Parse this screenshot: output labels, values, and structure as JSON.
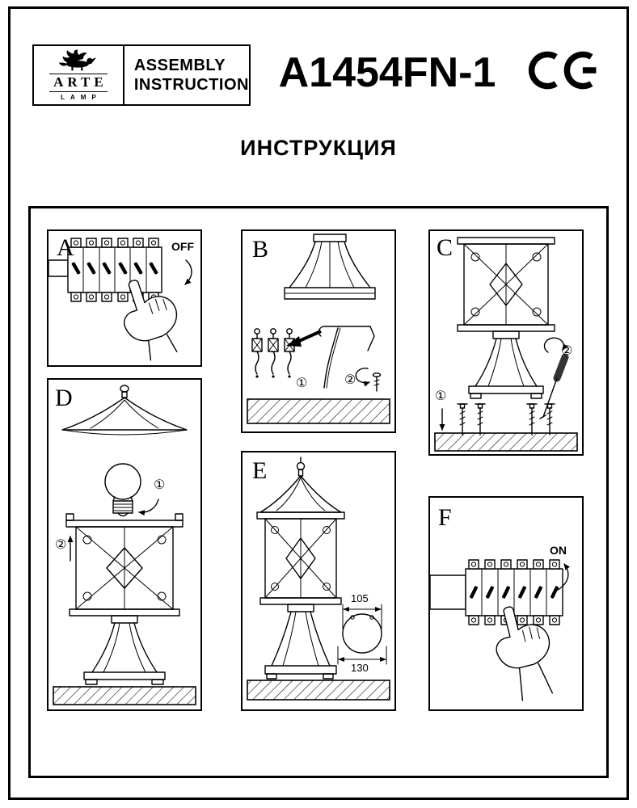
{
  "header": {
    "brand": "ARTE",
    "brand_sub": "LAMP",
    "title_line1": "ASSEMBLY",
    "title_line2": "INSTRUCTION",
    "model": "A1454FN-1",
    "ce_mark_icon": "CE"
  },
  "page_title": "ИНСТРУКЦИЯ",
  "panels": {
    "a": {
      "label": "A",
      "power": "OFF"
    },
    "b": {
      "label": "B",
      "step1": "①",
      "step2": "②"
    },
    "c": {
      "label": "C",
      "step1": "①",
      "step2": "②"
    },
    "d": {
      "label": "D",
      "step1": "①",
      "step2": "②"
    },
    "e": {
      "label": "E",
      "dim_top": "105",
      "dim_bottom": "130"
    },
    "f": {
      "label": "F",
      "power": "ON"
    }
  }
}
